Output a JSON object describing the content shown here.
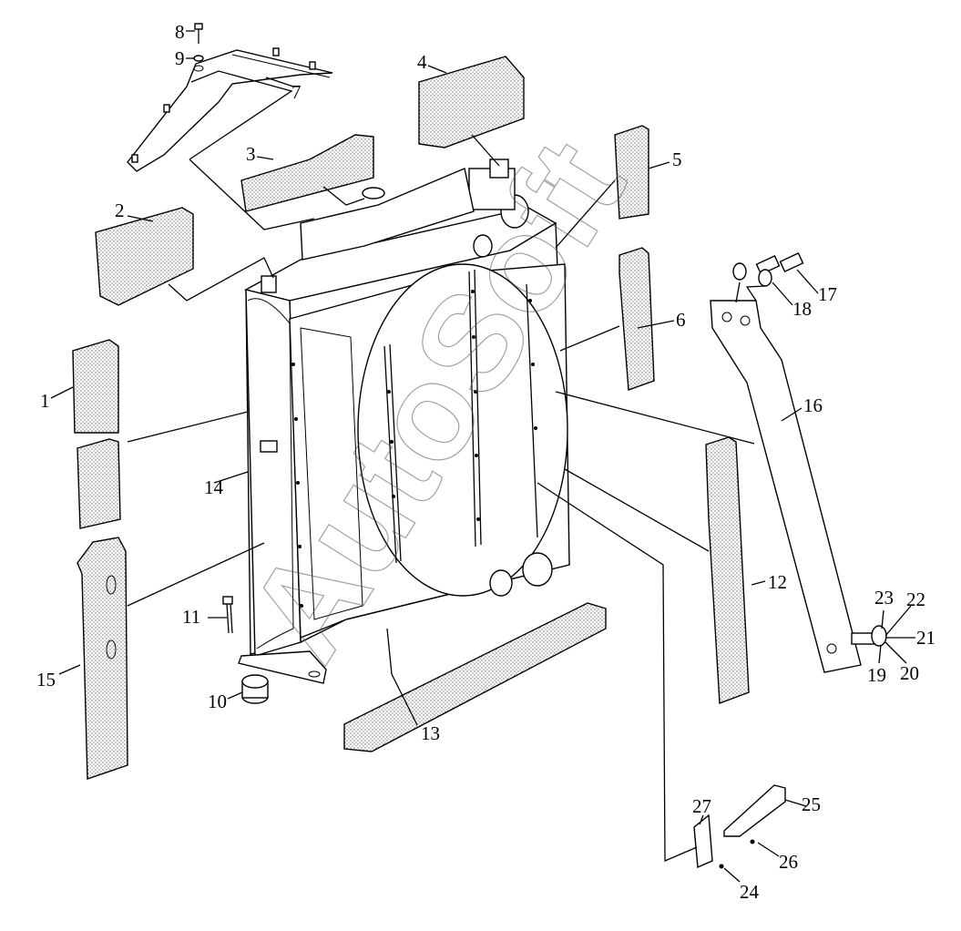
{
  "watermark": "AutoSoft",
  "labels": [
    "1",
    "2",
    "3",
    "4",
    "5",
    "6",
    "7",
    "8",
    "9",
    "10",
    "11",
    "12",
    "13",
    "14",
    "15",
    "16",
    "17",
    "18",
    "19",
    "20",
    "21",
    "22",
    "23",
    "24",
    "25",
    "26",
    "27"
  ],
  "colors": {
    "line": "#000000",
    "background": "#ffffff",
    "watermark": "#555555"
  }
}
